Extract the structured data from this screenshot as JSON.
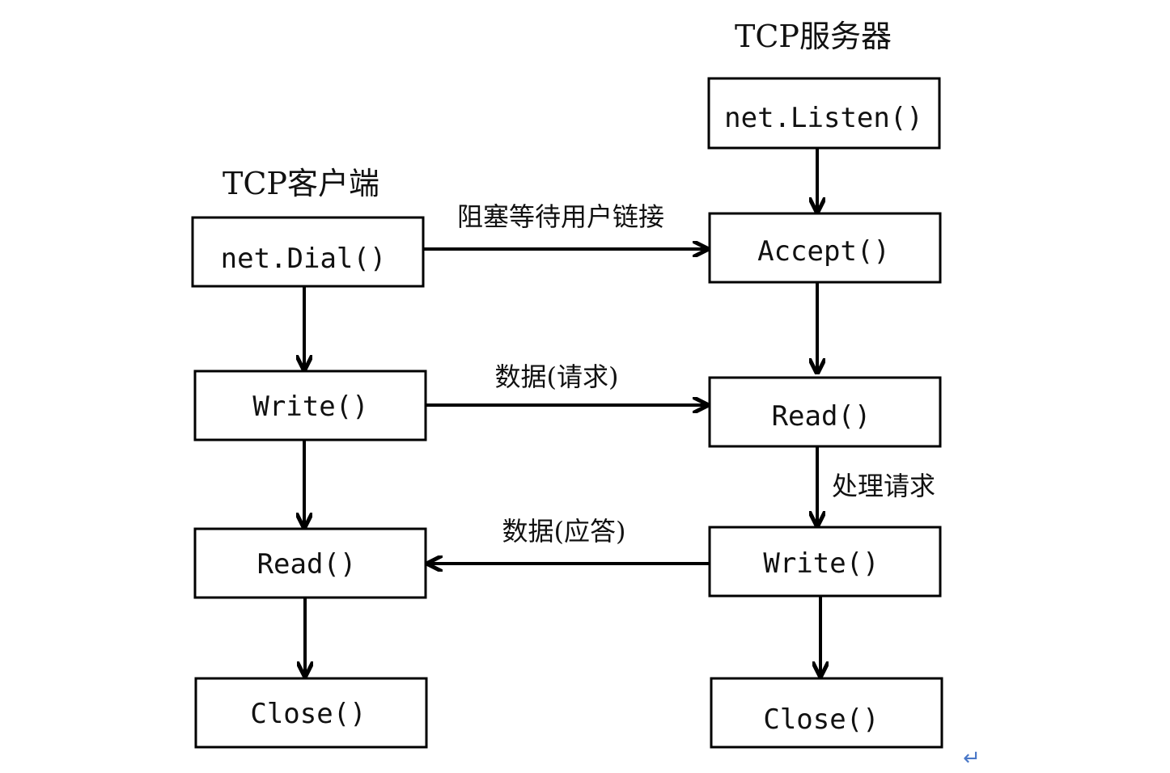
{
  "titles": {
    "client": "TCP客户端",
    "server": "TCP服务器"
  },
  "nodes": {
    "client_dial": "net.Dial()",
    "client_write": "Write()",
    "client_read": "Read()",
    "client_close": "Close()",
    "server_listen": "net.Listen()",
    "server_accept": "Accept()",
    "server_read": "Read()",
    "server_write": "Write()",
    "server_close": "Close()"
  },
  "edge_labels": {
    "connect": "阻塞等待用户链接",
    "request": "数据(请求)",
    "process": "处理请求",
    "response": "数据(应答)"
  },
  "colors": {
    "stroke": "#000000",
    "text": "#111111",
    "return_mark": "#4a78c8"
  },
  "icons": {
    "return_mark": "↵"
  }
}
